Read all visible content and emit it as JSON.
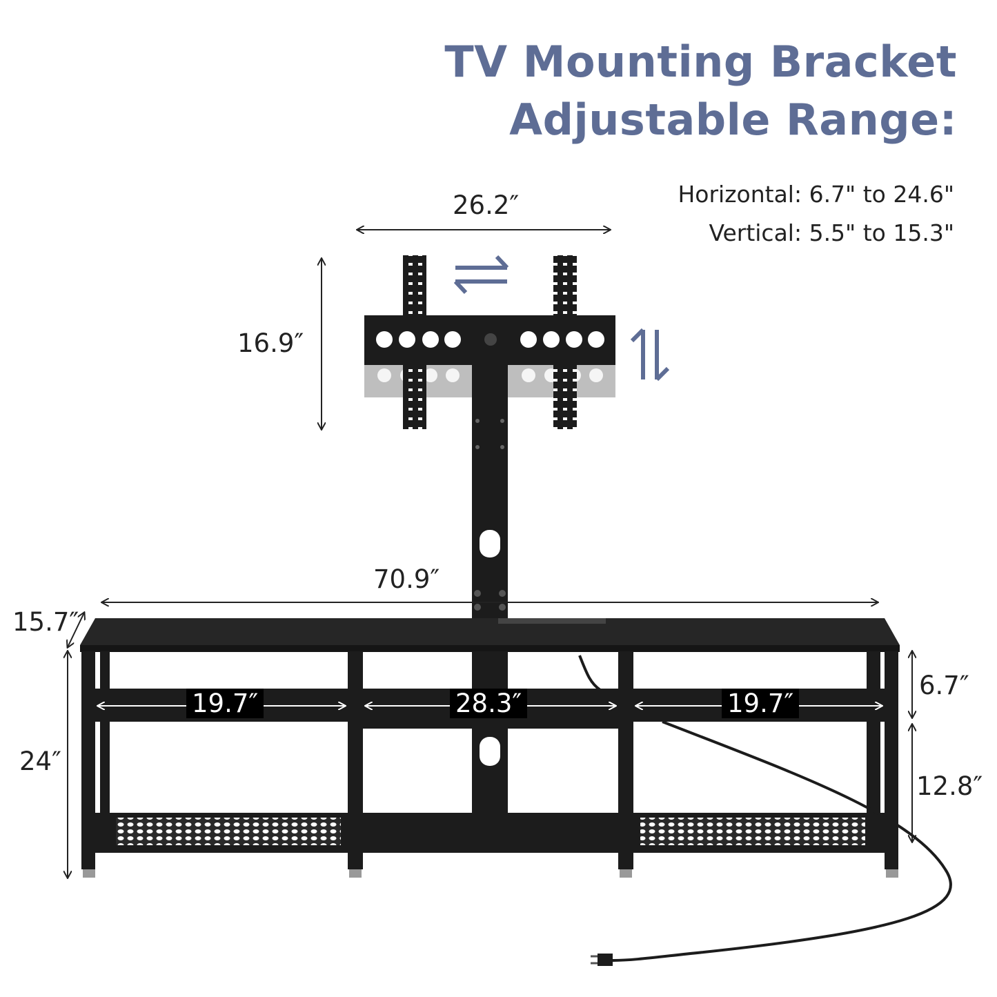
{
  "title": {
    "line1": "TV Mounting Bracket",
    "line2": "Adjustable Range:"
  },
  "range": {
    "horizontal": "Horizontal: 6.7\" to 24.6\"",
    "vertical": "Vertical: 5.5\" to 15.3\""
  },
  "dimensions": {
    "bracket_width": "26.2″",
    "bracket_height": "16.9″",
    "stand_width": "70.9″",
    "stand_depth": "15.7″",
    "stand_height": "24″",
    "left_shelf": "19.7″",
    "center_shelf": "28.3″",
    "right_shelf": "19.7″",
    "upper_gap": "6.7″",
    "lower_gap": "12.8″"
  },
  "colors": {
    "title": "#5e6d95",
    "arrow_accent": "#5e6d95",
    "frame": "#1c1c1c"
  }
}
